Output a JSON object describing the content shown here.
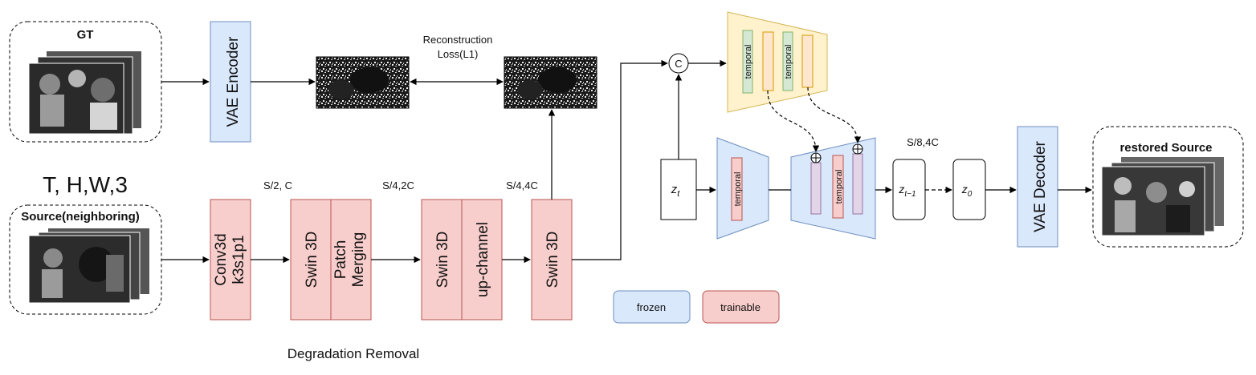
{
  "labels": {
    "gt": "GT",
    "vae_encoder": "VAE Encoder",
    "recon_loss_line1": "Reconstruction",
    "recon_loss_line2": "Loss(L1)",
    "thw3": "T, H,W,3",
    "source": "Source(neighboring)",
    "conv3d_line1": "Conv3d",
    "conv3d_line2": "k3s1p1",
    "swin3d_1": "Swin 3D",
    "patch_merging_line1": "Patch",
    "patch_merging_line2": "Merging",
    "swin3d_2": "Swin 3D",
    "up_channel": "up-channel",
    "swin3d_3": "Swin 3D",
    "dim1": "S/2, C",
    "dim2": "S/4,2C",
    "dim3": "S/4,4C",
    "dim4": "S/8,4C",
    "degradation_removal": "Degradation Removal",
    "concat": "C",
    "temporal": "temporal",
    "zt_base": "z",
    "zt_sub": "t",
    "zt1_base": "z",
    "zt1_sub": "t−1",
    "z0_base": "z",
    "z0_sub": "0",
    "vae_decoder": "VAE Decoder",
    "restored_source": "restored Source",
    "legend_frozen": "frozen",
    "legend_trainable": "trainable"
  },
  "colors": {
    "frozen_fill": "#dae8fc",
    "frozen_stroke": "#6c8ebf",
    "trainable_fill": "#f8cecc",
    "trainable_stroke": "#b85450",
    "controlnet_fill": "#fff2cc",
    "controlnet_stroke": "#d6b656",
    "temporal_fill": "#d5e8d4",
    "temporal_stroke": "#82b366",
    "orange_fill": "#ffe6cc",
    "orange_stroke": "#d79b00",
    "purple_fill": "#e1d5e7",
    "purple_stroke": "#9673a6"
  }
}
